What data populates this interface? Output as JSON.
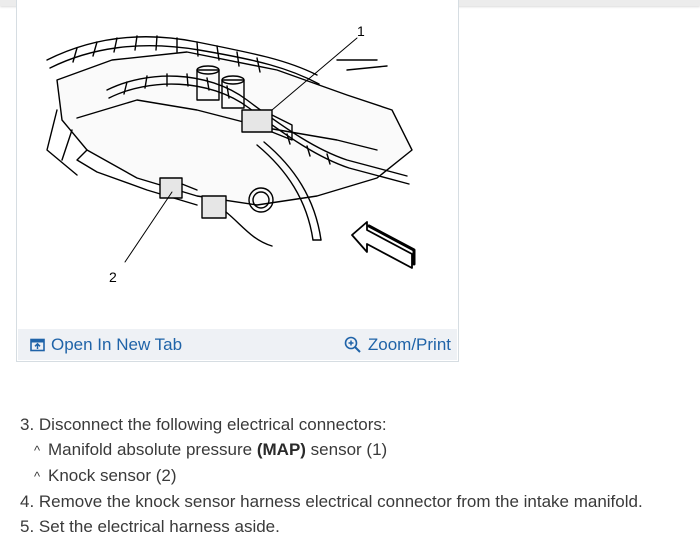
{
  "figure": {
    "callouts": [
      "1",
      "2"
    ],
    "open_new_tab_label": "Open In New Tab",
    "zoom_print_label": "Zoom/Print"
  },
  "steps": {
    "step3": "3. Disconnect the following electrical connectors:",
    "sub1_pre": "Manifold absolute pressure ",
    "sub1_bold": "(MAP)",
    "sub1_post": " sensor (1)",
    "sub2": "Knock sensor (2)",
    "step4": "4. Remove the knock sensor harness electrical connector from the intake manifold.",
    "step5": "5. Set the electrical harness aside."
  },
  "colors": {
    "link": "#1f63a8",
    "footer_bg": "#eef1f5",
    "card_border": "#d6dde2"
  }
}
